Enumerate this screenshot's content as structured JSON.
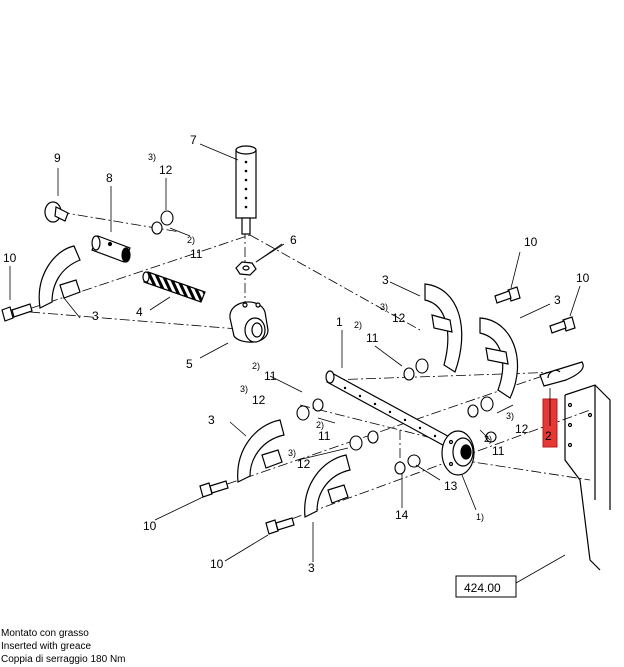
{
  "labels": {
    "p1": "1",
    "p2": "2",
    "p3a": "3",
    "p3b": "3",
    "p3c": "3",
    "p3d": "3",
    "p3e": "3",
    "p4": "4",
    "p5": "5",
    "p6": "6",
    "p7": "7",
    "p8": "8",
    "p9": "9",
    "p10a": "10",
    "p10b": "10",
    "p10c": "10",
    "p10d": "10",
    "p10e": "10",
    "p11a": "11",
    "p11b": "11",
    "p11c": "11",
    "p11d": "11",
    "p11e": "11",
    "p12a": "12",
    "p12b": "12",
    "p12c": "12",
    "p12d": "12",
    "p12e": "12",
    "p13": "13",
    "p14": "14"
  },
  "footnote_marks": {
    "m1": "1)",
    "m2a": "2)",
    "m2b": "2)",
    "m2c": "2)",
    "m2d": "2)",
    "m2e": "2)",
    "m3a": "3)",
    "m3b": "3)",
    "m3c": "3)",
    "m3d": "3)",
    "m3e": "3)"
  },
  "reference_number": "424.00",
  "highlight_label": "2",
  "highlight_color": "#e53935",
  "notes": {
    "n1": "Montato con grasso",
    "n2": "Inserted with greace",
    "n3": "Coppia di serraggio 180 Nm"
  }
}
